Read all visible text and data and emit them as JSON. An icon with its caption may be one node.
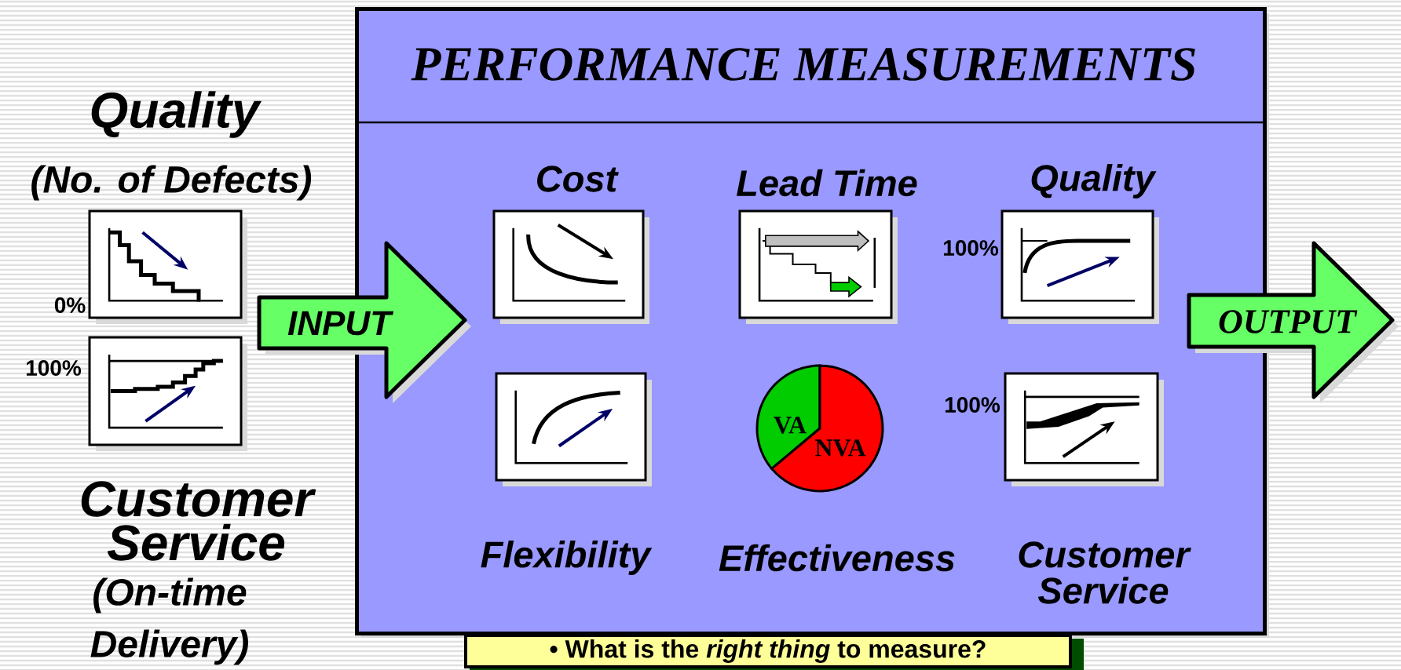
{
  "diagram": {
    "nodes": [
      {
        "text": [
          "PERFORMANCE MEASUREMENTS"
        ]
      },
      {
        "text": [
          "INPUT"
        ]
      },
      {
        "text": [
          "OUTPUT"
        ]
      },
      {
        "text": [
          "• What is the *right thing* to measure?"
        ]
      }
    ],
    "labels": [
      "Quality",
      "(No. of Defects)",
      "0%",
      "100%",
      "Customer Service",
      "(On-time Delivery)",
      "Cost",
      "Lead Time",
      "Quality",
      "100%",
      "VA",
      "NVA",
      "100%",
      "Flexibility",
      "Effectiveness",
      "Customer Service"
    ]
  }
}
